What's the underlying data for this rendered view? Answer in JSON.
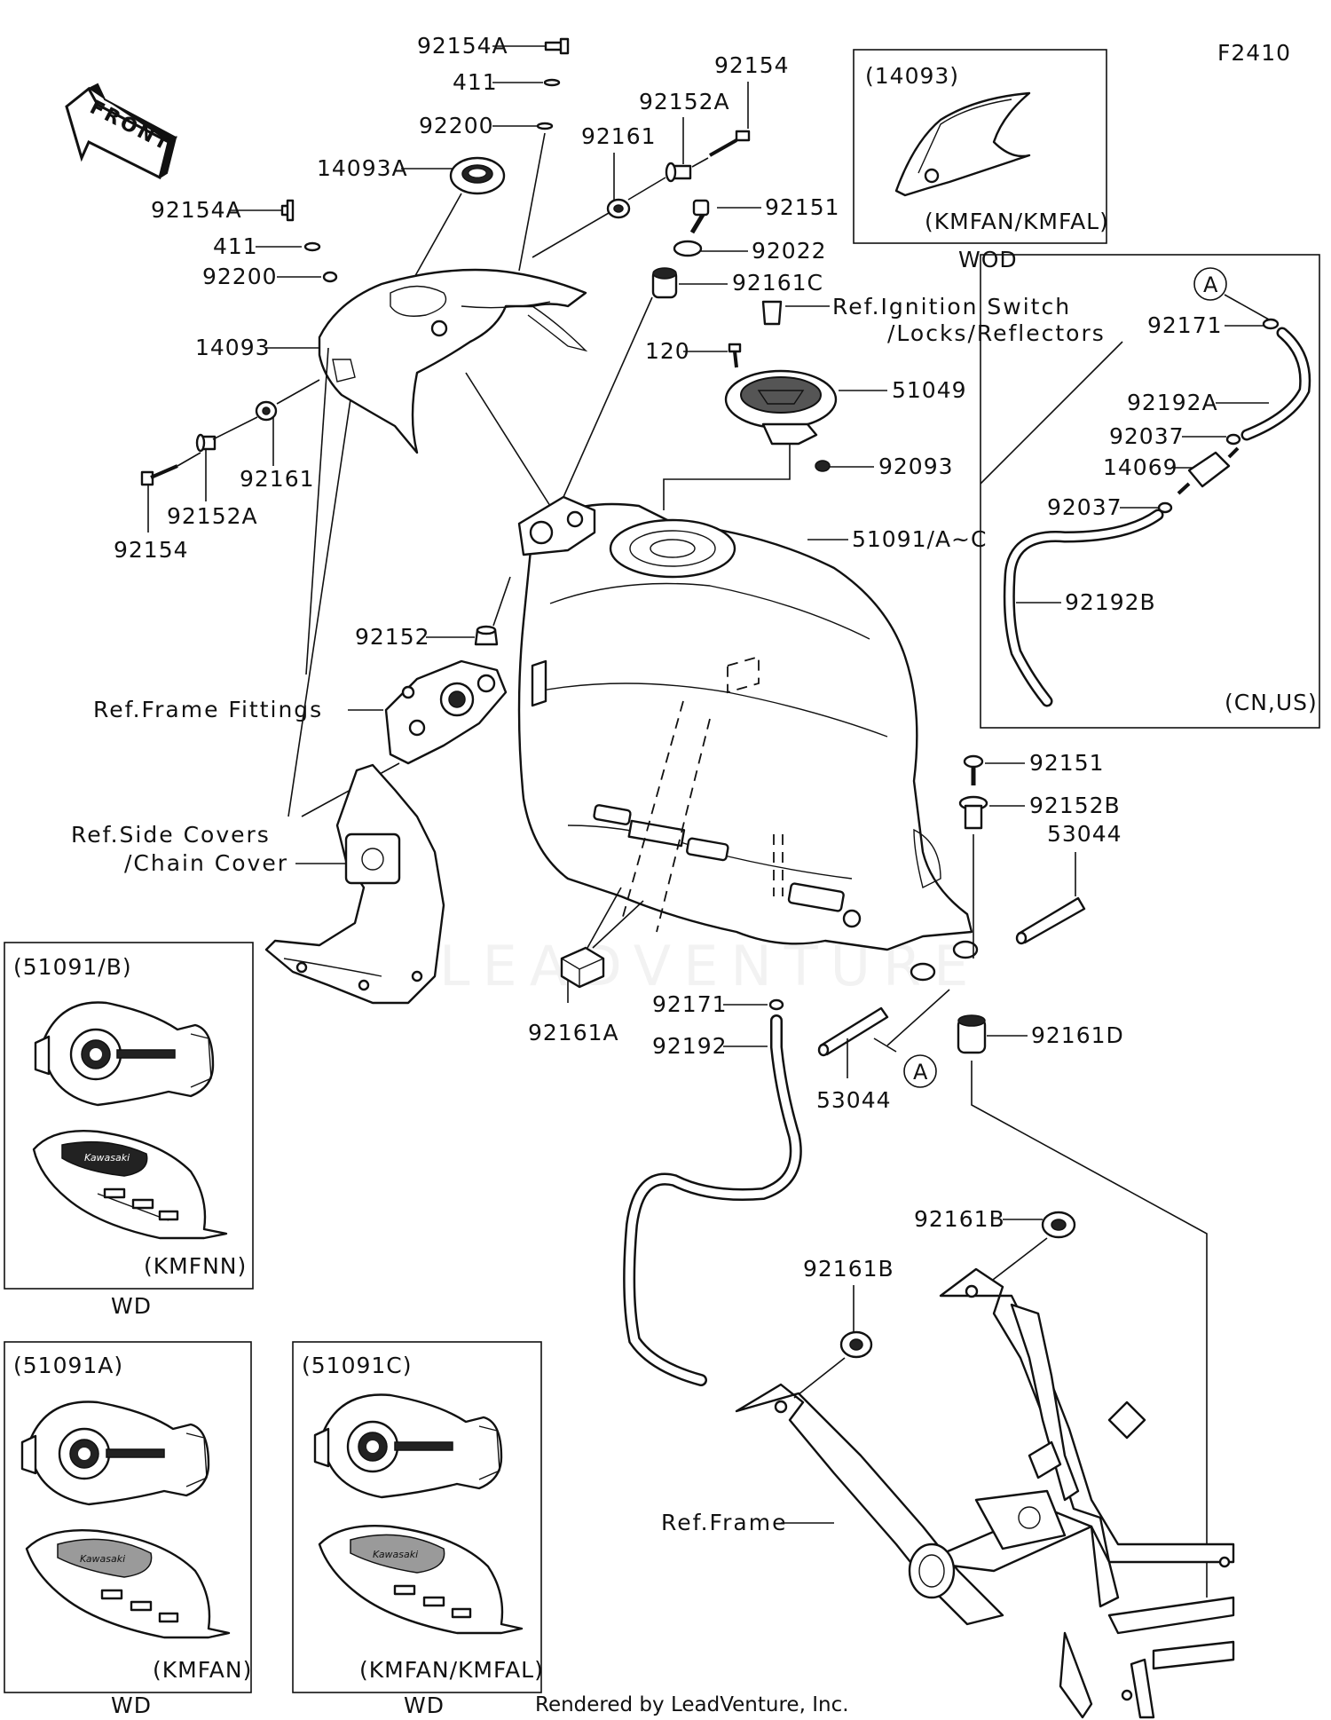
{
  "diagram_code": "F2410",
  "front_arrow": "FRONT",
  "footer": "Rendered by LeadVenture, Inc.",
  "watermark": "LEADVENTURE",
  "callout_letter": "A",
  "refs": {
    "ignition_line1": "Ref.Ignition Switch",
    "ignition_line2": "/Locks/Reflectors",
    "frame_fittings": "Ref.Frame Fittings",
    "side_covers_line1": "Ref.Side Covers",
    "side_covers_line2": "/Chain Cover",
    "frame": "Ref.Frame"
  },
  "parts": {
    "p92154A_top": "92154A",
    "p411_top": "411",
    "p92200_top": "92200",
    "p14093A": "14093A",
    "p92154A_left": "92154A",
    "p411_left": "411",
    "p92200_left": "92200",
    "p14093": "14093",
    "p92161_top": "92161",
    "p92152A_top": "92152A",
    "p92154_top": "92154",
    "p92151_top": "92151",
    "p92022": "92022",
    "p92161C": "92161C",
    "p120": "120",
    "p51049": "51049",
    "p92093": "92093",
    "p51091": "51091/A~C",
    "p92161_left": "92161",
    "p92152A_left": "92152A",
    "p92154_left": "92154",
    "p92152": "92152",
    "p92151_right": "92151",
    "p92152B": "92152B",
    "p53044_right": "53044",
    "p92161A": "92161A",
    "p92171": "92171",
    "p92192": "92192",
    "p53044_bottom": "53044",
    "p92161D": "92161D",
    "p92161B_right": "92161B",
    "p92161B_left": "92161B"
  },
  "insets": {
    "wod": {
      "title": "(14093)",
      "note": "(KMFAN/KMFAL)",
      "caption": "WOD"
    },
    "cnus": {
      "note": "(CN,US)",
      "p92171": "92171",
      "p92192A": "92192A",
      "p92037_a": "92037",
      "p14069": "14069",
      "p92037_b": "92037",
      "p92192B": "92192B"
    },
    "tankB": {
      "title": "(51091/B)",
      "note": "(KMFNN)",
      "caption": "WD"
    },
    "tankA": {
      "title": "(51091A)",
      "note": "(KMFAN)",
      "caption": "WD"
    },
    "tankC": {
      "title": "(51091C)",
      "note": "(KMFAN/KMFAL)",
      "caption": "WD"
    }
  },
  "colors": {
    "line": "#111111",
    "background": "#ffffff"
  }
}
